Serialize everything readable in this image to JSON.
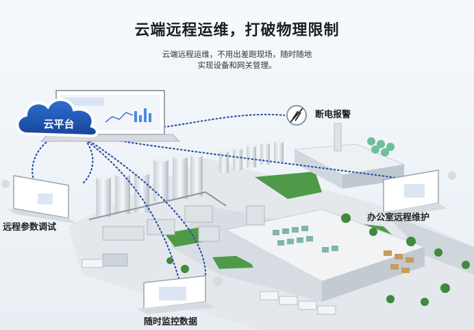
{
  "header": {
    "title": "云端远程运维，打破物理限制",
    "subtitle_line1": "云端远程运维，不用出差跑现场，随时随地",
    "subtitle_line2": "实现设备和网关管理。"
  },
  "cloud": {
    "label": "云平台"
  },
  "labels": {
    "power_alarm": "断电报警",
    "remote_debug": "远程参数调试",
    "office_maintenance": "办公室远程维护",
    "monitor_data": "随时监控数据"
  },
  "icons": {
    "cloud": "cloud-icon",
    "power_off": "power-off-icon",
    "laptop": "laptop-icon",
    "monitor": "monitor-icon",
    "factory": "factory-icon"
  },
  "colors": {
    "cloud_blue": "#1f56b8",
    "dot_line": "#2d4fa8",
    "grass": "#4f9a48",
    "building": "#dfe4ea"
  }
}
